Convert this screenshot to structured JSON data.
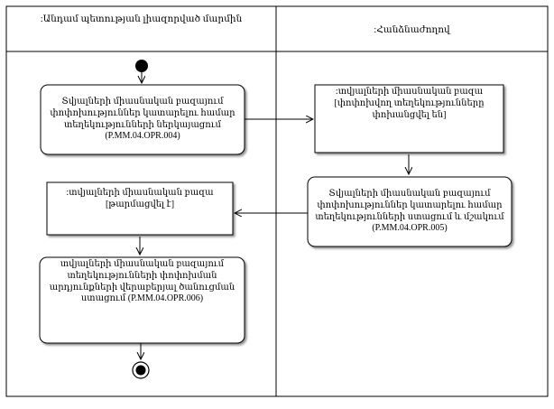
{
  "lanes": [
    {
      "title": ":Անդամ պետության լիազորված մարմին"
    },
    {
      "title": ":Հանձնաժողով"
    }
  ],
  "activities": {
    "a1": {
      "text": "Տվյալների միասնական բազայում\nփոփոխություններ կատարելու համար\nտեղեկությունների ներկայացում\n(P.MM.04.OPR.004)"
    },
    "a2": {
      "text": ":տվյալների միասնական բազա\n[փոփոխվող տեղեկությունները\nփոխանցվել են]"
    },
    "a3": {
      "text": "Տվյալների միասնական բազայում\nփոփոխություններ կատարելու համար\nտեղեկությունների ստացում և մշակում\n(P.MM.04.OPR.005)"
    },
    "a4": {
      "text": ":տվյալների միասնական բազա\n[թարմացվել է]"
    },
    "a5": {
      "text": "տվյալների միասնական բազայում\nտեղեկությունների փոփոխման\nարդյունքների վերաբերյալ ծանուցման\nստացում (P.MM.04.OPR.006)"
    }
  }
}
